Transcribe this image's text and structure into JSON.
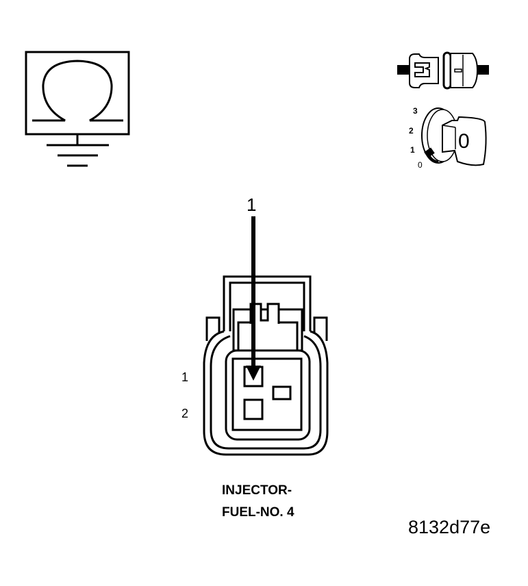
{
  "ohmmeter_icon": {
    "symbol": "Ω",
    "meaning": "resistance-measurement-to-ground"
  },
  "ignition_icons": {
    "connector_state": "disconnected",
    "key_positions": [
      "3",
      "2",
      "1",
      "0"
    ],
    "key_label": "0"
  },
  "callout": {
    "label": "1"
  },
  "connector": {
    "pins": [
      {
        "label": "1"
      },
      {
        "label": "2"
      }
    ],
    "name_line1": "INJECTOR-",
    "name_line2": "FUEL-NO. 4"
  },
  "figure_code": "8132d77e",
  "colors": {
    "ink": "#000000",
    "background": "#ffffff"
  }
}
